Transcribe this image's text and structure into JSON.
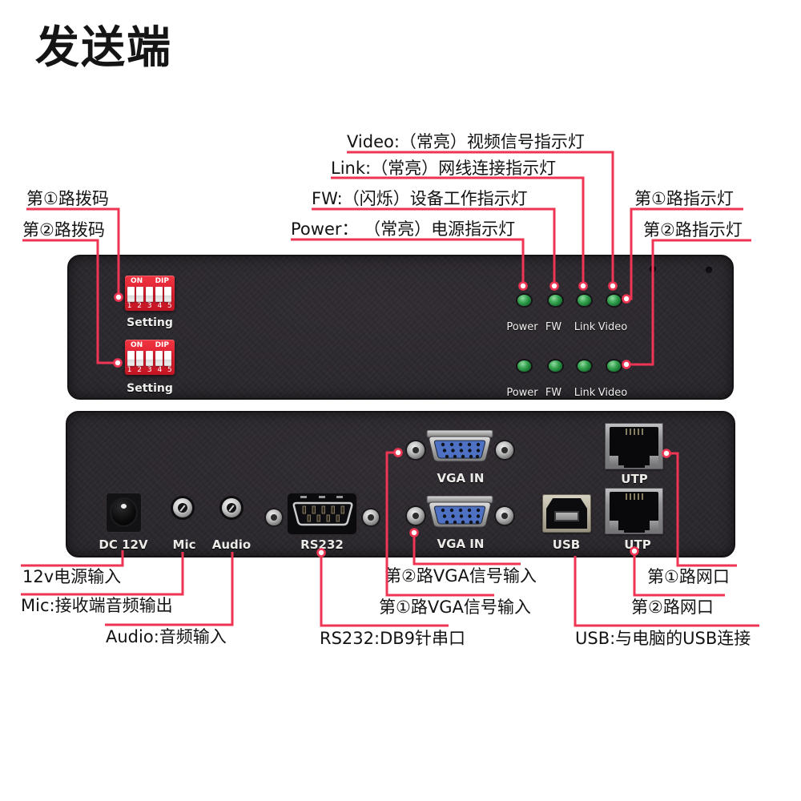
{
  "title": "发送端",
  "callouts": {
    "video": "Video:（常亮）视频信号指示灯",
    "link": "Link:（常亮）网线连接指示灯",
    "fw": "FW:（闪烁）设备工作指示灯",
    "power": "Power： （常亮）电源指示灯",
    "dip1": "第①路拨码",
    "dip2": "第②路拨码",
    "led_group1": "第①路指示灯",
    "led_group2": "第②路指示灯",
    "dc": "12v电源输入",
    "mic": "Mic:接收端音频输出",
    "audio": "Audio:音频输入",
    "rs232": "RS232:DB9针串口",
    "vga2": "第②路VGA信号输入",
    "vga1": "第①路VGA信号输入",
    "usb": "USB:与电脑的USB连接",
    "utp1": "第①路网口",
    "utp2": "第②路网口"
  },
  "top_panel": {
    "dip_blocks": [
      {
        "on_label": "ON",
        "dip_label": "DIP",
        "numbers": "1 2 3 4 5",
        "setting_label": "Setting"
      },
      {
        "on_label": "ON",
        "dip_label": "DIP",
        "numbers": "1 2 3 4 5",
        "setting_label": "Setting"
      }
    ],
    "led_rows": [
      {
        "labels": [
          "Power",
          "FW",
          "Link",
          "Video"
        ]
      },
      {
        "labels": [
          "Power",
          "FW",
          "Link",
          "Video"
        ]
      }
    ]
  },
  "bottom_panel": {
    "labels": {
      "dc": "DC 12V",
      "mic": "Mic",
      "audio": "Audio",
      "rs232": "RS232",
      "vga_in_1": "VGA IN",
      "vga_in_2": "VGA IN",
      "usb": "USB",
      "utp_1": "UTP",
      "utp_2": "UTP"
    }
  },
  "colors": {
    "callout_red": "#ee3553",
    "panel_dark": "#2b282d",
    "dip_red": "#de2031",
    "led_green": "#3aa653",
    "vga_blue": "#4e71c4"
  }
}
